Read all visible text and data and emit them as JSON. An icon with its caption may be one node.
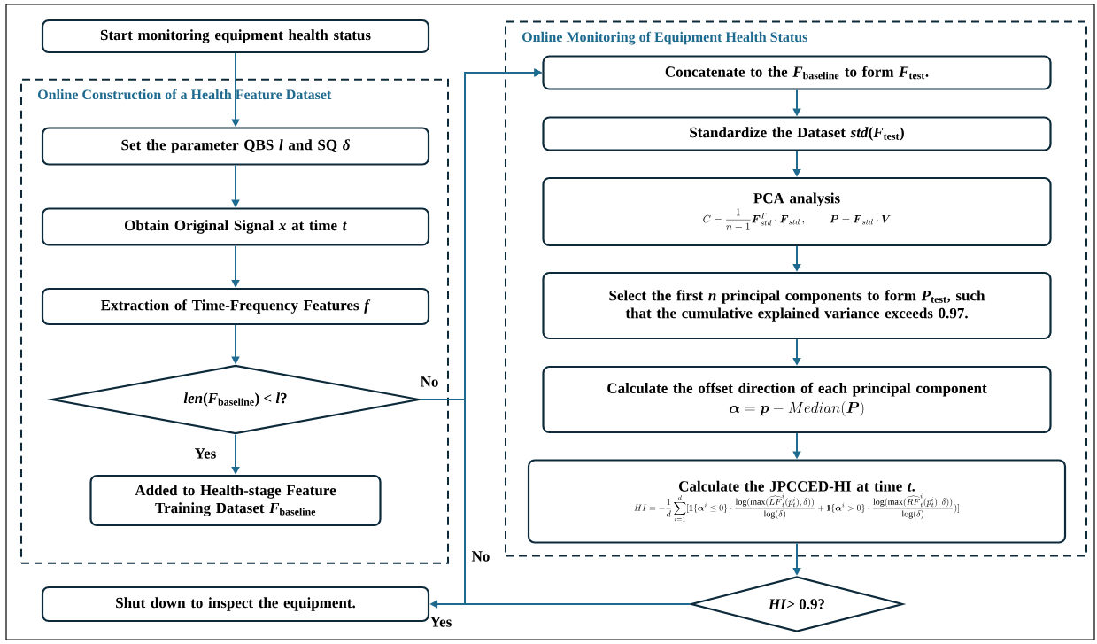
{
  "diagram": {
    "nodes": [
      {
        "text": [
          "Start monitoring equipment health status"
        ]
      },
      {
        "text": [
          "Online Construction of a Health Feature Dataset"
        ]
      },
      {
        "text": [
          "Set the parameter QBS *l* and SQ *δ*"
        ],
        "in": 1
      },
      {
        "text": [
          "Obtain Original Signal *x* at time *t*"
        ],
        "in": 1
      },
      {
        "text": [
          "Extraction of Time-Frequency Features *f*"
        ],
        "in": 1
      },
      {
        "text": [
          "*len*(*F*$_{baseline}$) < *l*?"
        ],
        "in": 1
      },
      {
        "text": [
          "Added to Health-stage Feature Training Dataset *F*$_{baseline}$"
        ],
        "in": 1
      },
      {
        "text": [
          "Online Monitoring of Equipment Health Status"
        ]
      },
      {
        "text": [
          "Concatenate to the *F*$_{baseline}$ to form *F*$_{test}$."
        ],
        "in": 7
      },
      {
        "text": [
          "Standardize the Dataset *std*(*F*$_{test}$)"
        ],
        "in": 7
      },
      {
        "text": [
          "PCA analysis",
          "C = \\frac{1}{n-1}\\boldsymbol{F}_{std}^{T}\\cdot\\boldsymbol{F}_{std}\\,, \\qquad \\boldsymbol{P} = \\boldsymbol{F}_{std}\\cdot\\boldsymbol{V}"
        ],
        "in": 7
      },
      {
        "text": [
          "Select the first *n* principal components to form *P*$_{test}$, such that the cumulative explained variance exceeds 0.97."
        ],
        "in": 7
      },
      {
        "text": [
          "Calculate the offset direction of each principal component",
          "\\boldsymbol{\\alpha} = \\boldsymbol{p} - Median(\\boldsymbol{P})"
        ],
        "in": 7
      },
      {
        "text": [
          "Calculate the JPCCED-HI at time *t*.",
          "HI = -\\frac{1}{d}\\sum_{i=1}^{d}[\\mathbf{1}\\{\\boldsymbol{\\alpha}^{i}\\le 0\\}\\cdot\\frac{\\log(\\max(\\widehat{LF}_t^i(p_t^i),\\delta))}{\\log(\\delta)} + \\mathbf{1}\\{\\boldsymbol{\\alpha}^{i}> 0\\}\\cdot\\frac{\\log(\\max(\\widehat{RF}_t^i(p_t^i),\\delta))}{\\log(\\delta)})]"
        ],
        "in": 7
      },
      {
        "text": [
          "*HI*> 0.9?"
        ]
      },
      {
        "text": [
          "Shut down to inspect the equipment."
        ]
      }
    ],
    "edges": [
      {
        "from": 0,
        "to": 2,
        "arrow": "to"
      },
      {
        "from": 2,
        "to": 3,
        "arrow": "to"
      },
      {
        "from": 3,
        "to": 4,
        "arrow": "to"
      },
      {
        "from": 4,
        "to": 5,
        "arrow": "to"
      },
      {
        "from": 5,
        "to": 6,
        "arrow": "to",
        "label": "Yes"
      },
      {
        "from": 5,
        "to": 8,
        "arrow": "to",
        "label": "No"
      },
      {
        "from": 8,
        "to": 9,
        "arrow": "to"
      },
      {
        "from": 9,
        "to": 10,
        "arrow": "to"
      },
      {
        "from": 10,
        "to": 11,
        "arrow": "to"
      },
      {
        "from": 11,
        "to": 12,
        "arrow": "to"
      },
      {
        "from": 12,
        "to": 13,
        "arrow": "to"
      },
      {
        "from": 13,
        "to": 14,
        "arrow": "to"
      },
      {
        "from": 14,
        "to": 15,
        "arrow": "to",
        "label": "Yes"
      },
      {
        "from": 14,
        "to": 8,
        "arrow": "to",
        "label": "No"
      }
    ]
  }
}
